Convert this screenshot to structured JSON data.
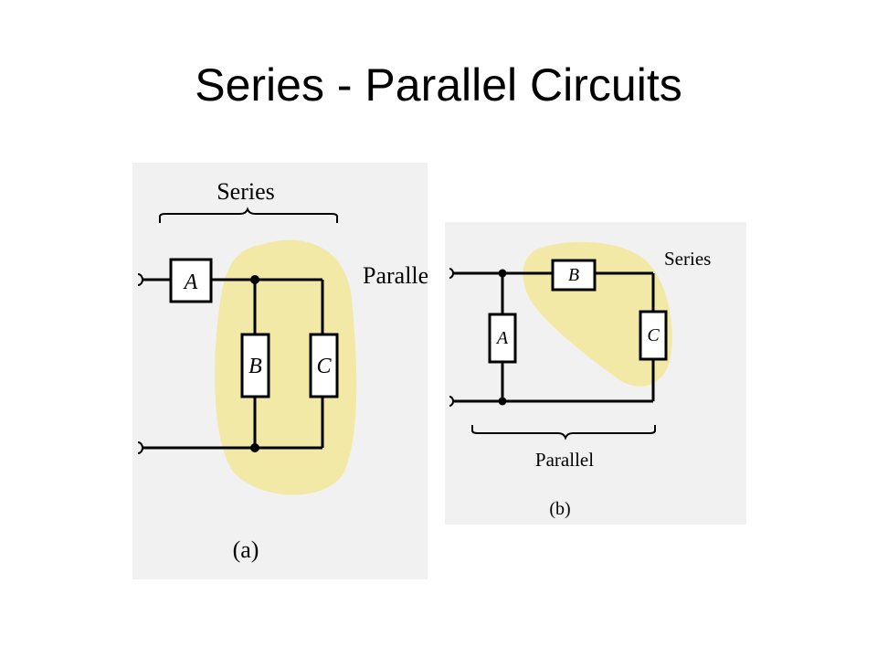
{
  "slide": {
    "title": "Series - Parallel Circuits"
  },
  "colors": {
    "panel_background": "#f1f1f1",
    "highlight": "#f2e9a6",
    "wire": "#000000"
  },
  "figure_a": {
    "caption": "(a)",
    "series_label": "Series",
    "parallel_label": "Parallel",
    "components": {
      "a": "A",
      "b": "B",
      "c": "C"
    }
  },
  "figure_b": {
    "caption": "(b)",
    "series_label": "Series",
    "parallel_label": "Parallel",
    "components": {
      "a": "A",
      "b": "B",
      "c": "C"
    }
  }
}
